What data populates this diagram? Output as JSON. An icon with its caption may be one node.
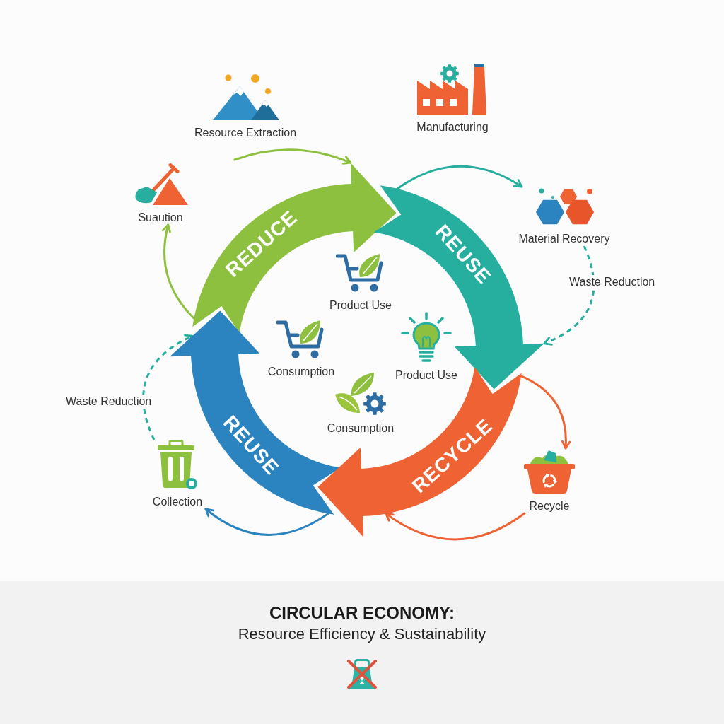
{
  "diagram": {
    "title": "CIRCULAR ECONOMY:",
    "nodes": [
      {
        "text": [
          "Resource Extraction"
        ]
      },
      {
        "text": [
          "Manufacturing"
        ]
      },
      {
        "text": [
          "Suaution"
        ]
      },
      {
        "text": [
          "REDUCE"
        ]
      },
      {
        "text": [
          "REUSE"
        ]
      },
      {
        "text": [
          "Material Recovery"
        ]
      },
      {
        "text": [
          "Product Use"
        ]
      },
      {
        "text": [
          "Consumption"
        ]
      },
      {
        "text": [
          "Product Use"
        ]
      },
      {
        "text": [
          "Consumption"
        ]
      },
      {
        "text": [
          "REUSE"
        ]
      },
      {
        "text": [
          "RECYCLE"
        ]
      },
      {
        "text": [
          "Collection"
        ]
      },
      {
        "text": [
          "Recycle"
        ]
      }
    ],
    "edges": [
      {
        "from": 0,
        "to": 3,
        "arrow": "to",
        "color": "#8dc03f"
      },
      {
        "from": 4,
        "to": 5,
        "arrow": "to",
        "color": "#26ae9f"
      },
      {
        "from": 5,
        "to": 4,
        "arrow": "to",
        "label": "Waste Reduction",
        "style": "dashed",
        "color": "#26ae9f"
      },
      {
        "from": 11,
        "to": 13,
        "arrow": "to",
        "color": "#ee6233"
      },
      {
        "from": 13,
        "to": 11,
        "arrow": "to",
        "color": "#ee6233"
      },
      {
        "from": 10,
        "to": 12,
        "arrow": "to",
        "color": "#2b84c0"
      },
      {
        "from": 12,
        "to": 10,
        "arrow": "to",
        "label": "Waste Reduction",
        "style": "dashed",
        "color": "#26ae9f"
      },
      {
        "from": 3,
        "to": 2,
        "arrow": "to",
        "color": "#8dc03f"
      }
    ],
    "labels": [
      "Resource Efficiency & Sustainability"
    ]
  }
}
